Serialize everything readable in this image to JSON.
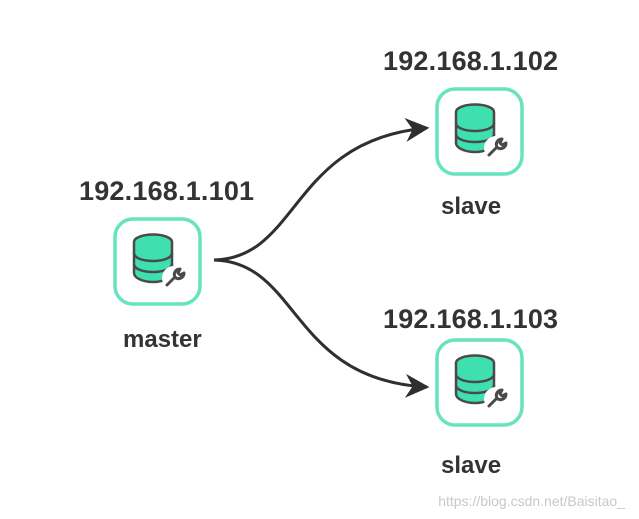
{
  "nodes": {
    "master": {
      "ip": "192.168.1.101",
      "role": "master"
    },
    "slave_1": {
      "ip": "192.168.1.102",
      "role": "slave"
    },
    "slave_2": {
      "ip": "192.168.1.103",
      "role": "slave"
    }
  },
  "edges": [
    {
      "from": "master",
      "to": "slave_1"
    },
    {
      "from": "master",
      "to": "slave_2"
    }
  ],
  "icon": "database-wrench-icon",
  "colors": {
    "node_border": "#67e3c0",
    "db_fill": "#3fe0b0",
    "arrow": "#2f2f2f",
    "text": "#333333",
    "watermark": "#c8c8c8"
  },
  "watermark": "https://blog.csdn.net/Baisitao_"
}
